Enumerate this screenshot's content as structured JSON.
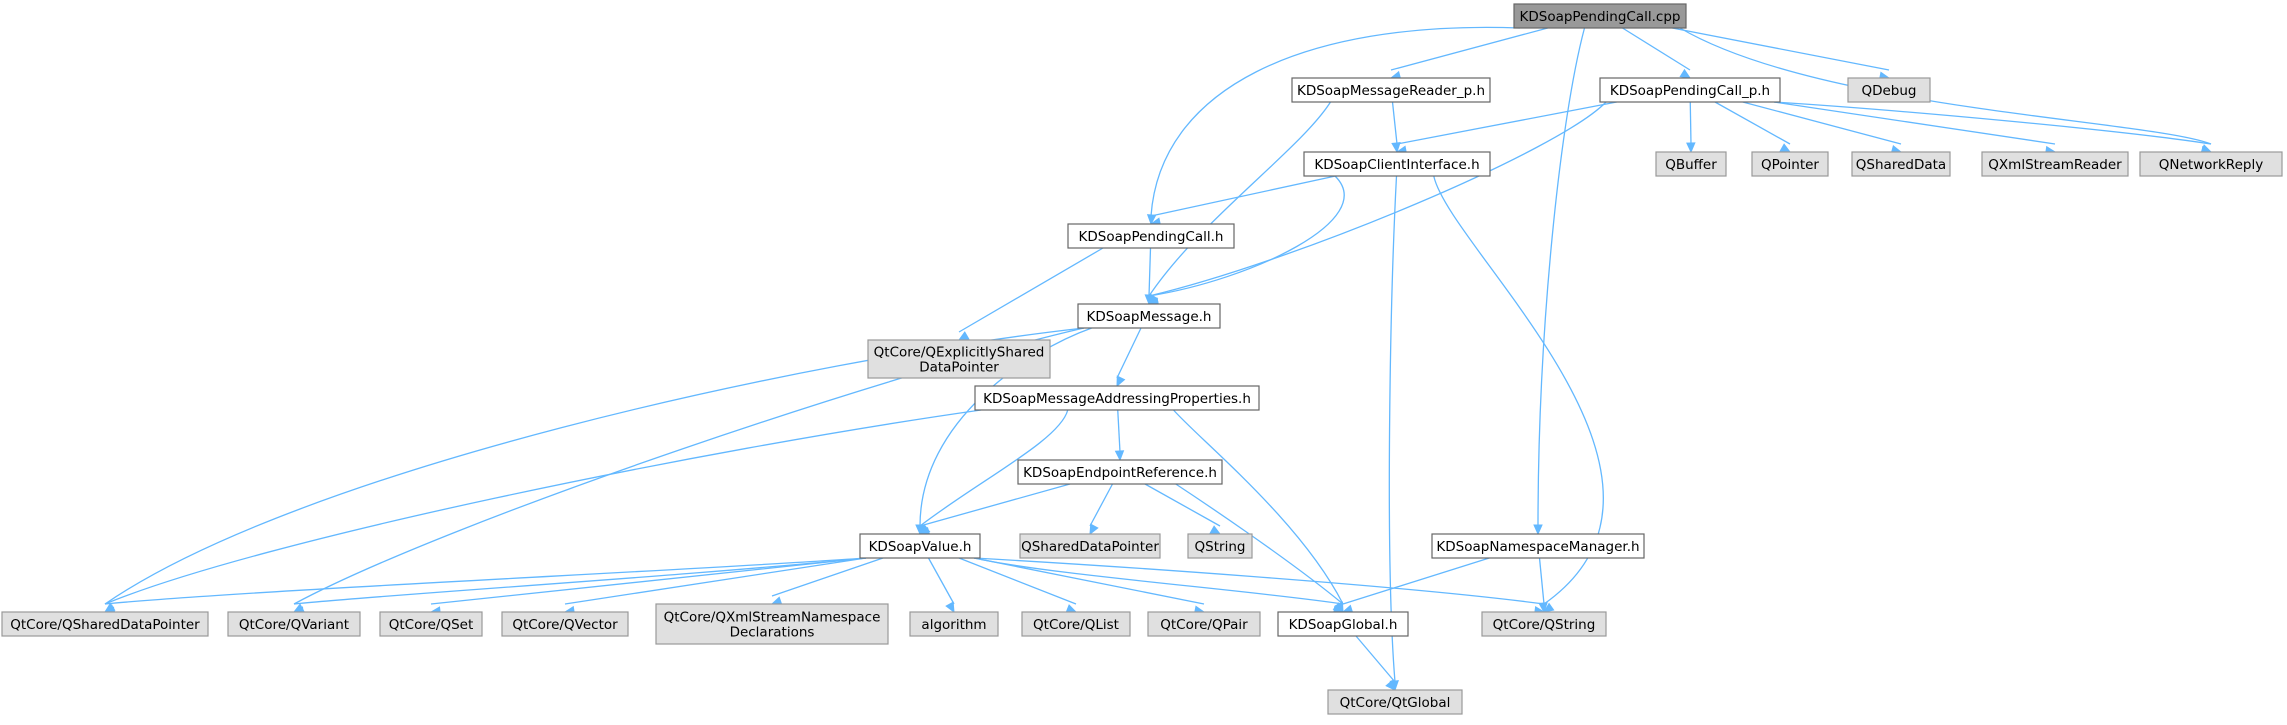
{
  "diagram": {
    "colors": {
      "root_fill": "#999999",
      "local_fill": "#ffffff",
      "external_fill": "#e0e0e0",
      "edge": "#63b8ff"
    },
    "nodes": [
      {
        "id": "pendingcall_cpp",
        "lines": [
          "KDSoapPendingCall.cpp"
        ],
        "kind": "root"
      },
      {
        "id": "messagereader_p",
        "lines": [
          "KDSoapMessageReader_p.h"
        ],
        "kind": "local"
      },
      {
        "id": "pendingcall_p",
        "lines": [
          "KDSoapPendingCall_p.h"
        ],
        "kind": "local"
      },
      {
        "id": "qdebug",
        "lines": [
          "QDebug"
        ],
        "kind": "external"
      },
      {
        "id": "clientinterface",
        "lines": [
          "KDSoapClientInterface.h"
        ],
        "kind": "local"
      },
      {
        "id": "qbuffer",
        "lines": [
          "QBuffer"
        ],
        "kind": "external"
      },
      {
        "id": "qpointer",
        "lines": [
          "QPointer"
        ],
        "kind": "external"
      },
      {
        "id": "qshareddata",
        "lines": [
          "QSharedData"
        ],
        "kind": "external"
      },
      {
        "id": "qxmlstreamreader",
        "lines": [
          "QXmlStreamReader"
        ],
        "kind": "external"
      },
      {
        "id": "qnetworkreply",
        "lines": [
          "QNetworkReply"
        ],
        "kind": "external"
      },
      {
        "id": "pendingcall_h",
        "lines": [
          "KDSoapPendingCall.h"
        ],
        "kind": "local"
      },
      {
        "id": "qexplicitly",
        "lines": [
          "QtCore/QExplicitlyShared",
          "DataPointer"
        ],
        "kind": "external"
      },
      {
        "id": "message_h",
        "lines": [
          "KDSoapMessage.h"
        ],
        "kind": "local"
      },
      {
        "id": "addressing_h",
        "lines": [
          "KDSoapMessageAddressingProperties.h"
        ],
        "kind": "local"
      },
      {
        "id": "endpoint_h",
        "lines": [
          "KDSoapEndpointReference.h"
        ],
        "kind": "local"
      },
      {
        "id": "value_h",
        "lines": [
          "KDSoapValue.h"
        ],
        "kind": "local"
      },
      {
        "id": "qshareddatapointer",
        "lines": [
          "QSharedDataPointer"
        ],
        "kind": "external"
      },
      {
        "id": "qstring",
        "lines": [
          "QString"
        ],
        "kind": "external"
      },
      {
        "id": "namespacemanager_h",
        "lines": [
          "KDSoapNamespaceManager.h"
        ],
        "kind": "local"
      },
      {
        "id": "qtcore_qshareddatapointer",
        "lines": [
          "QtCore/QSharedDataPointer"
        ],
        "kind": "external"
      },
      {
        "id": "qtcore_qvariant",
        "lines": [
          "QtCore/QVariant"
        ],
        "kind": "external"
      },
      {
        "id": "qtcore_qset",
        "lines": [
          "QtCore/QSet"
        ],
        "kind": "external"
      },
      {
        "id": "qtcore_qvector",
        "lines": [
          "QtCore/QVector"
        ],
        "kind": "external"
      },
      {
        "id": "qtcore_qxmlnsdecl",
        "lines": [
          "QtCore/QXmlStreamNamespace",
          "Declarations"
        ],
        "kind": "external"
      },
      {
        "id": "algorithm",
        "lines": [
          "algorithm"
        ],
        "kind": "external"
      },
      {
        "id": "qtcore_qlist",
        "lines": [
          "QtCore/QList"
        ],
        "kind": "external"
      },
      {
        "id": "qtcore_qpair",
        "lines": [
          "QtCore/QPair"
        ],
        "kind": "external"
      },
      {
        "id": "global_h",
        "lines": [
          "KDSoapGlobal.h"
        ],
        "kind": "local"
      },
      {
        "id": "qtcore_qstring",
        "lines": [
          "QtCore/QString"
        ],
        "kind": "external"
      },
      {
        "id": "qtcore_qtglobal",
        "lines": [
          "QtCore/QtGlobal"
        ],
        "kind": "external"
      }
    ],
    "edges": [
      {
        "from": "pendingcall_cpp",
        "to": "messagereader_p"
      },
      {
        "from": "pendingcall_cpp",
        "to": "pendingcall_p"
      },
      {
        "from": "pendingcall_cpp",
        "to": "qdebug"
      },
      {
        "from": "pendingcall_cpp",
        "to": "pendingcall_h"
      },
      {
        "from": "pendingcall_cpp",
        "to": "namespacemanager_h"
      },
      {
        "from": "pendingcall_cpp",
        "to": "qnetworkreply"
      },
      {
        "from": "messagereader_p",
        "to": "clientinterface"
      },
      {
        "from": "messagereader_p",
        "to": "message_h"
      },
      {
        "from": "pendingcall_p",
        "to": "clientinterface"
      },
      {
        "from": "pendingcall_p",
        "to": "message_h"
      },
      {
        "from": "pendingcall_p",
        "to": "qbuffer"
      },
      {
        "from": "pendingcall_p",
        "to": "qpointer"
      },
      {
        "from": "pendingcall_p",
        "to": "qshareddata"
      },
      {
        "from": "pendingcall_p",
        "to": "qxmlstreamreader"
      },
      {
        "from": "pendingcall_p",
        "to": "qnetworkreply"
      },
      {
        "from": "clientinterface",
        "to": "pendingcall_h"
      },
      {
        "from": "clientinterface",
        "to": "message_h"
      },
      {
        "from": "clientinterface",
        "to": "qtcore_qtglobal"
      },
      {
        "from": "clientinterface",
        "to": "qtcore_qstring"
      },
      {
        "from": "pendingcall_h",
        "to": "qexplicitly"
      },
      {
        "from": "pendingcall_h",
        "to": "message_h"
      },
      {
        "from": "message_h",
        "to": "addressing_h"
      },
      {
        "from": "message_h",
        "to": "value_h"
      },
      {
        "from": "message_h",
        "to": "qtcore_qshareddatapointer"
      },
      {
        "from": "message_h",
        "to": "qtcore_qvariant"
      },
      {
        "from": "addressing_h",
        "to": "endpoint_h"
      },
      {
        "from": "addressing_h",
        "to": "value_h"
      },
      {
        "from": "addressing_h",
        "to": "global_h"
      },
      {
        "from": "addressing_h",
        "to": "qtcore_qshareddatapointer"
      },
      {
        "from": "endpoint_h",
        "to": "value_h"
      },
      {
        "from": "endpoint_h",
        "to": "qshareddatapointer"
      },
      {
        "from": "endpoint_h",
        "to": "qstring"
      },
      {
        "from": "endpoint_h",
        "to": "global_h"
      },
      {
        "from": "value_h",
        "to": "qtcore_qshareddatapointer"
      },
      {
        "from": "value_h",
        "to": "qtcore_qvariant"
      },
      {
        "from": "value_h",
        "to": "qtcore_qset"
      },
      {
        "from": "value_h",
        "to": "qtcore_qvector"
      },
      {
        "from": "value_h",
        "to": "qtcore_qxmlnsdecl"
      },
      {
        "from": "value_h",
        "to": "algorithm"
      },
      {
        "from": "value_h",
        "to": "qtcore_qlist"
      },
      {
        "from": "value_h",
        "to": "qtcore_qpair"
      },
      {
        "from": "value_h",
        "to": "global_h"
      },
      {
        "from": "value_h",
        "to": "qtcore_qstring"
      },
      {
        "from": "namespacemanager_h",
        "to": "global_h"
      },
      {
        "from": "namespacemanager_h",
        "to": "qtcore_qstring"
      },
      {
        "from": "global_h",
        "to": "qtcore_qtglobal"
      }
    ]
  }
}
